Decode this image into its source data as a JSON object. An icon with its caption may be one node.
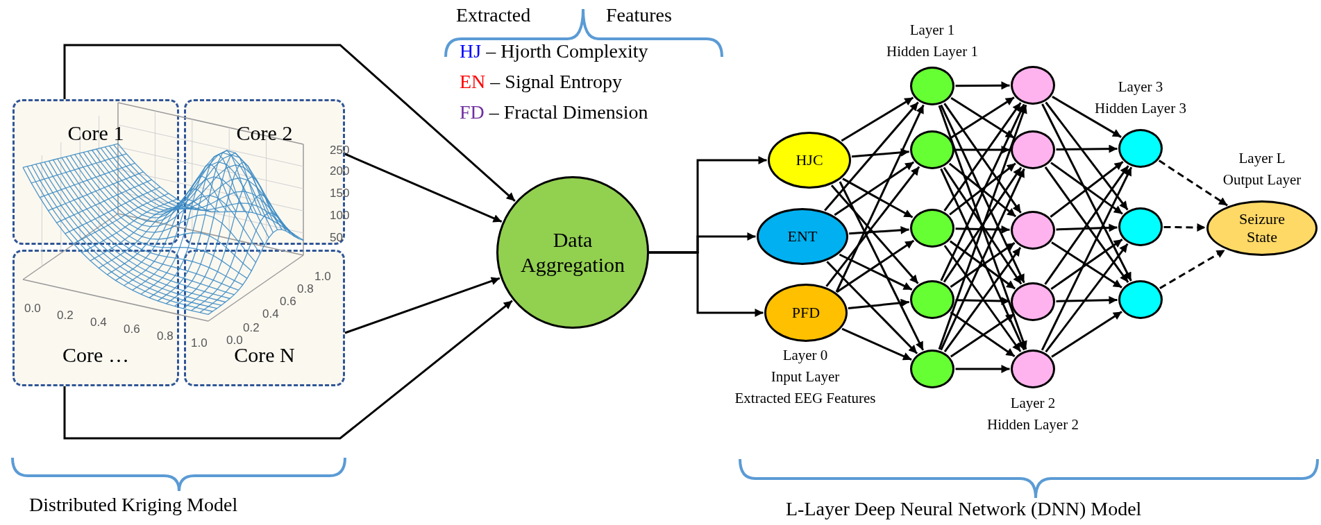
{
  "diagram": {
    "nodes": [
      {
        "text": [
          "Core 1"
        ]
      },
      {
        "text": [
          "Core 2"
        ]
      },
      {
        "text": [
          "Core …"
        ]
      },
      {
        "text": [
          "Core N"
        ]
      },
      {
        "text": [
          "Data Aggregation"
        ]
      },
      {
        "text": [
          "HJC"
        ]
      },
      {
        "text": [
          "ENT"
        ]
      },
      {
        "text": [
          "PFD"
        ],
        "beside": [
          "Layer 0",
          "Input Layer",
          "Extracted EEG Features"
        ]
      },
      {
        "text": [],
        "shape": "circle",
        "beside": [
          "Layer 1",
          "Hidden Layer 1"
        ]
      },
      {
        "text": [],
        "shape": "circle"
      },
      {
        "text": [],
        "shape": "circle"
      },
      {
        "text": [],
        "shape": "circle"
      },
      {
        "text": [],
        "shape": "circle"
      },
      {
        "text": [],
        "shape": "circle"
      },
      {
        "text": [],
        "shape": "circle"
      },
      {
        "text": [],
        "shape": "circle"
      },
      {
        "text": [],
        "shape": "circle"
      },
      {
        "text": [],
        "shape": "circle",
        "beside": [
          "Layer 2",
          "Hidden Layer 2"
        ]
      },
      {
        "text": [],
        "shape": "circle",
        "beside": [
          "Layer 3",
          "Hidden Layer 3"
        ]
      },
      {
        "text": [],
        "shape": "circle"
      },
      {
        "text": [],
        "shape": "circle"
      },
      {
        "text": [
          "Seizure State"
        ],
        "beside": [
          "Layer L",
          "Output Layer"
        ]
      }
    ],
    "edges": [
      {
        "from": 0,
        "to": 4,
        "arrow": "to"
      },
      {
        "from": 1,
        "to": 4,
        "arrow": "to"
      },
      {
        "from": 2,
        "to": 4,
        "arrow": "to"
      },
      {
        "from": 3,
        "to": 4,
        "arrow": "to"
      },
      {
        "from": 4,
        "to": 5,
        "arrow": "to"
      },
      {
        "from": 4,
        "to": 6,
        "arrow": "to"
      },
      {
        "from": 4,
        "to": 7,
        "arrow": "to"
      },
      {
        "from": 5,
        "to": 8,
        "arrow": "to"
      },
      {
        "from": 5,
        "to": 9,
        "arrow": "to"
      },
      {
        "from": 5,
        "to": 10,
        "arrow": "to"
      },
      {
        "from": 5,
        "to": 11,
        "arrow": "to"
      },
      {
        "from": 5,
        "to": 12,
        "arrow": "to"
      },
      {
        "from": 6,
        "to": 8,
        "arrow": "to"
      },
      {
        "from": 6,
        "to": 9,
        "arrow": "to"
      },
      {
        "from": 6,
        "to": 10,
        "arrow": "to"
      },
      {
        "from": 6,
        "to": 11,
        "arrow": "to"
      },
      {
        "from": 6,
        "to": 12,
        "arrow": "to"
      },
      {
        "from": 7,
        "to": 8,
        "arrow": "to"
      },
      {
        "from": 7,
        "to": 9,
        "arrow": "to"
      },
      {
        "from": 7,
        "to": 10,
        "arrow": "to"
      },
      {
        "from": 7,
        "to": 11,
        "arrow": "to"
      },
      {
        "from": 7,
        "to": 12,
        "arrow": "to"
      },
      {
        "from": 8,
        "to": 13,
        "arrow": "to"
      },
      {
        "from": 8,
        "to": 14,
        "arrow": "to"
      },
      {
        "from": 8,
        "to": 15,
        "arrow": "to"
      },
      {
        "from": 8,
        "to": 16,
        "arrow": "to"
      },
      {
        "from": 8,
        "to": 17,
        "arrow": "to"
      },
      {
        "from": 9,
        "to": 13,
        "arrow": "to"
      },
      {
        "from": 9,
        "to": 14,
        "arrow": "to"
      },
      {
        "from": 9,
        "to": 15,
        "arrow": "to"
      },
      {
        "from": 9,
        "to": 16,
        "arrow": "to"
      },
      {
        "from": 9,
        "to": 17,
        "arrow": "to"
      },
      {
        "from": 10,
        "to": 13,
        "arrow": "to"
      },
      {
        "from": 10,
        "to": 14,
        "arrow": "to"
      },
      {
        "from": 10,
        "to": 15,
        "arrow": "to"
      },
      {
        "from": 10,
        "to": 16,
        "arrow": "to"
      },
      {
        "from": 10,
        "to": 17,
        "arrow": "to"
      },
      {
        "from": 11,
        "to": 13,
        "arrow": "to"
      },
      {
        "from": 11,
        "to": 14,
        "arrow": "to"
      },
      {
        "from": 11,
        "to": 15,
        "arrow": "to"
      },
      {
        "from": 11,
        "to": 16,
        "arrow": "to"
      },
      {
        "from": 11,
        "to": 17,
        "arrow": "to"
      },
      {
        "from": 12,
        "to": 13,
        "arrow": "to"
      },
      {
        "from": 12,
        "to": 14,
        "arrow": "to"
      },
      {
        "from": 12,
        "to": 15,
        "arrow": "to"
      },
      {
        "from": 12,
        "to": 16,
        "arrow": "to"
      },
      {
        "from": 12,
        "to": 17,
        "arrow": "to"
      },
      {
        "from": 13,
        "to": 18,
        "arrow": "to"
      },
      {
        "from": 13,
        "to": 19,
        "arrow": "to"
      },
      {
        "from": 13,
        "to": 20,
        "arrow": "to"
      },
      {
        "from": 14,
        "to": 18,
        "arrow": "to"
      },
      {
        "from": 14,
        "to": 19,
        "arrow": "to"
      },
      {
        "from": 14,
        "to": 20,
        "arrow": "to"
      },
      {
        "from": 15,
        "to": 18,
        "arrow": "to"
      },
      {
        "from": 15,
        "to": 19,
        "arrow": "to"
      },
      {
        "from": 15,
        "to": 20,
        "arrow": "to"
      },
      {
        "from": 16,
        "to": 18,
        "arrow": "to"
      },
      {
        "from": 16,
        "to": 19,
        "arrow": "to"
      },
      {
        "from": 16,
        "to": 20,
        "arrow": "to"
      },
      {
        "from": 17,
        "to": 18,
        "arrow": "to"
      },
      {
        "from": 17,
        "to": 19,
        "arrow": "to"
      },
      {
        "from": 17,
        "to": 20,
        "arrow": "to"
      },
      {
        "from": 18,
        "to": 21,
        "arrow": "to",
        "style": "dashed"
      },
      {
        "from": 19,
        "to": 21,
        "arrow": "to",
        "style": "dashed"
      },
      {
        "from": 20,
        "to": 21,
        "arrow": "to",
        "style": "dashed"
      }
    ],
    "labels": [
      "Extracted",
      "Features",
      "HJ – Hjorth Complexity",
      "EN – Signal Entropy",
      "FD – Fractal Dimension",
      "250",
      "200",
      "150",
      "100",
      "50",
      "0.0",
      "0.2",
      "0.4",
      "0.6",
      "0.8",
      "1.0",
      "0.0",
      "0.2",
      "0.4",
      "0.6",
      "0.8",
      "1.0",
      "Distributed Kriging Model",
      "L-Layer Deep Neural Network (DNN) Model"
    ]
  }
}
